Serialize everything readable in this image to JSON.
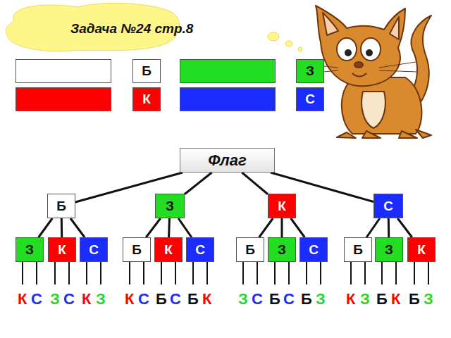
{
  "diagram": {
    "title": "Задача №24 стр.8",
    "nodes": [
      {
        "text": [
          "Флаг"
        ]
      },
      {
        "text": [
          "Б"
        ]
      },
      {
        "text": [
          "З"
        ]
      },
      {
        "text": [
          "К"
        ]
      },
      {
        "text": [
          "С"
        ]
      },
      {
        "text": [
          "З"
        ]
      },
      {
        "text": [
          "К"
        ]
      },
      {
        "text": [
          "С"
        ]
      },
      {
        "text": [
          "Б"
        ]
      },
      {
        "text": [
          "К"
        ]
      },
      {
        "text": [
          "С"
        ]
      },
      {
        "text": [
          "Б"
        ]
      },
      {
        "text": [
          "З"
        ]
      },
      {
        "text": [
          "С"
        ]
      },
      {
        "text": [
          "Б"
        ]
      },
      {
        "text": [
          "З"
        ]
      },
      {
        "text": [
          "К"
        ]
      }
    ],
    "edges": [
      {
        "from": 0,
        "to": 1,
        "arrow": "none"
      },
      {
        "from": 0,
        "to": 2,
        "arrow": "none"
      },
      {
        "from": 0,
        "to": 3,
        "arrow": "none"
      },
      {
        "from": 0,
        "to": 4,
        "arrow": "none"
      },
      {
        "from": 1,
        "to": 5,
        "arrow": "none"
      },
      {
        "from": 1,
        "to": 6,
        "arrow": "none"
      },
      {
        "from": 1,
        "to": 7,
        "arrow": "none"
      },
      {
        "from": 2,
        "to": 8,
        "arrow": "none"
      },
      {
        "from": 2,
        "to": 9,
        "arrow": "none"
      },
      {
        "from": 2,
        "to": 10,
        "arrow": "none"
      },
      {
        "from": 3,
        "to": 11,
        "arrow": "none"
      },
      {
        "from": 3,
        "to": 12,
        "arrow": "none"
      },
      {
        "from": 3,
        "to": 13,
        "arrow": "none"
      },
      {
        "from": 4,
        "to": 14,
        "arrow": "none"
      },
      {
        "from": 4,
        "to": 15,
        "arrow": "none"
      },
      {
        "from": 4,
        "to": 16,
        "arrow": "none"
      }
    ],
    "labels": [
      "К",
      "С",
      "З",
      "С",
      "К",
      "З",
      "К",
      "С",
      "Б",
      "С",
      "Б",
      "К",
      "З",
      "С",
      "Б",
      "С",
      "Б",
      "З",
      "К",
      "З",
      "Б",
      "К",
      "Б",
      "З"
    ],
    "legend": [
      {
        "text": "Б",
        "color": "#ffffff"
      },
      {
        "text": "З",
        "color": "#22dd22"
      },
      {
        "text": "К",
        "color": "#ff0000"
      },
      {
        "text": "С",
        "color": "#1a2cff"
      }
    ]
  }
}
